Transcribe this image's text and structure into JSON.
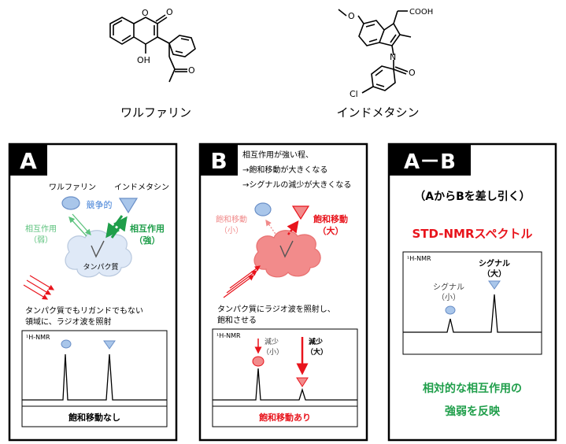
{
  "molecules": {
    "warfarin": {
      "name": "ワルファリン",
      "oh_label": "OH"
    },
    "indomethacin": {
      "name": "インドメタシン",
      "cooh_label": "COOH",
      "n_label": "N",
      "cl_label": "Cl"
    }
  },
  "panelA": {
    "badge": "A",
    "ligand1": "ワルファリン",
    "ligand2": "インドメタシン",
    "competitive": "競争的",
    "weak_line1": "相互作用",
    "weak_line2": "（弱）",
    "strong_line1": "相互作用",
    "strong_line2": "（強）",
    "protein": "タンパク質",
    "desc_line1": "タンパク質でもリガンドでもない",
    "desc_line2": "領域に、ラジオ波を照射",
    "nmr_label": "¹H-NMR",
    "caption": "飽和移動なし"
  },
  "panelB": {
    "badge": "B",
    "header_line1": "相互作用が強い程、",
    "header_line2": "→飽和移動が大きくなる",
    "header_line3": "→シグナルの減少が大きくなる",
    "small_line1": "飽和移動",
    "small_line2": "（小）",
    "large_line1": "飽和移動",
    "large_line2": "（大）",
    "desc_line1": "タンパク質にラジオ波を照射し、",
    "desc_line2": "飽和させる",
    "nmr_label": "¹H-NMR",
    "dec_small_line1": "減少",
    "dec_small_line2": "（小）",
    "dec_large_line1": "減少",
    "dec_large_line2": "（大）",
    "caption": "飽和移動あり"
  },
  "panelAB": {
    "badge": "A－B",
    "subtitle": "（AからBを差し引く）",
    "title": "STD-NMRスペクトル",
    "nmr_label": "¹H-NMR",
    "sig_large_line1": "シグナル",
    "sig_large_line2": "（大）",
    "sig_small_line1": "シグナル",
    "sig_small_line2": "（小）",
    "conclusion_line1": "相対的な相互作用の",
    "conclusion_line2": "強弱を反映"
  },
  "colors": {
    "green": "#1f9e4a",
    "light_green": "#5cc27d",
    "red": "#e8141c",
    "pink": "#f08a8a",
    "light_pink": "#f4a7a7",
    "blue_fill": "#a9c6ea",
    "blue_stroke": "#6a8fc7",
    "cloud_blue": "#dfe9f7",
    "cloud_pink": "#f28b8b"
  }
}
